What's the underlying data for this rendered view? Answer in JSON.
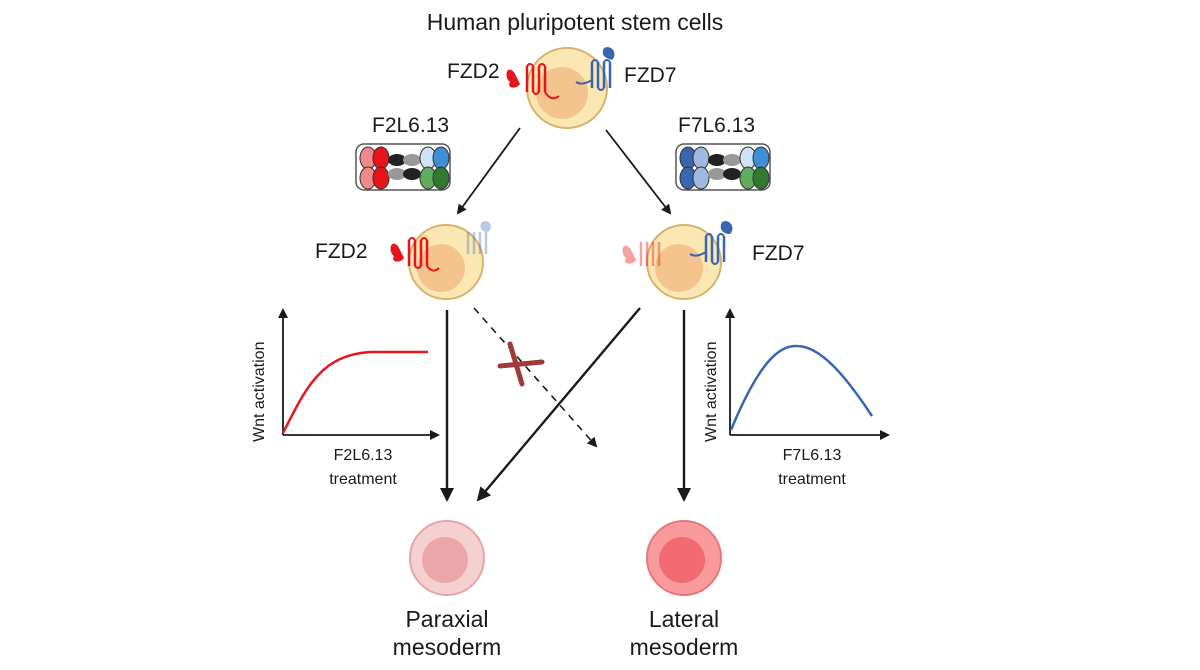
{
  "title": "Human pluripotent stem cells",
  "top_cell": {
    "left_receptor": "FZD2",
    "right_receptor": "FZD7"
  },
  "agonists": {
    "left": "F2L6.13",
    "right": "F7L6.13"
  },
  "mid_cells": {
    "left_receptor": "FZD2",
    "right_receptor": "FZD7"
  },
  "left_plot": {
    "ylabel": "Wnt activation",
    "xlabel_line1": "F2L6.13",
    "xlabel_line2": "treatment",
    "curve_color": "#e8141c"
  },
  "right_plot": {
    "ylabel": "Wnt activation",
    "xlabel_line1": "F7L6.13",
    "xlabel_line2": "treatment",
    "curve_color": "#3a66b0"
  },
  "outcomes": {
    "left_line1": "Paraxial",
    "left_line2": "mesoderm",
    "right_line1": "Lateral",
    "right_line2": "mesoderm"
  },
  "colors": {
    "cell_outer": "#fbe7b4",
    "cell_inner": "#f4c48e",
    "cell_stroke": "#d9b36a",
    "fzd2": "#e8141c",
    "fzd7": "#3a66b0",
    "paraxial_outer": "#f6cfd0",
    "paraxial_inner": "#e9a7aa",
    "lateral_outer": "#f99a9c",
    "lateral_inner": "#f26b72",
    "blocked_x": "#a03a3a",
    "arrow": "#1a1a1a"
  }
}
